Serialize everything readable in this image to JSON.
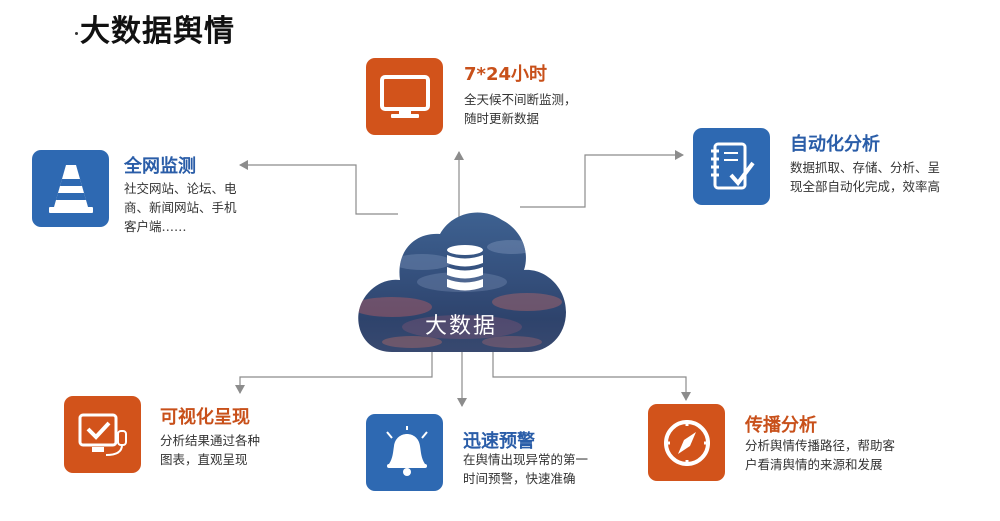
{
  "page_title": "大数据舆情",
  "center": {
    "label": "大数据"
  },
  "features": {
    "realtime": {
      "title": "7*24小时",
      "desc": [
        "全天候不间断监测，",
        "随时更新数据"
      ]
    },
    "network": {
      "title": "全网监测",
      "desc": [
        "社交网站、论坛、电",
        "商、新闻网站、手机",
        "客户端……"
      ]
    },
    "auto": {
      "title": "自动化分析",
      "desc": [
        "数据抓取、存储、分析、呈",
        "现全部自动化完成，效率高"
      ]
    },
    "visual": {
      "title": "可视化呈现",
      "desc": [
        "分析结果通过各种",
        "图表，直观呈现"
      ]
    },
    "alert": {
      "title": "迅速预警",
      "desc": [
        "在舆情出现异常的第一",
        "时间预警，快速准确"
      ]
    },
    "spread": {
      "title": "传播分析",
      "desc": [
        "分析舆情传播路径，帮助客",
        "户看清舆情的来源和发展"
      ]
    }
  },
  "colors": {
    "orange": "#d2531b",
    "blue": "#2e69b2",
    "connector": "#8c8c8c"
  },
  "icons": {
    "realtime": "monitor-icon",
    "network": "traffic-cone-icon",
    "auto": "checklist-notebook-icon",
    "visual": "screen-checkmark-icon",
    "alert": "bell-icon",
    "spread": "compass-icon",
    "center": "database-icon"
  }
}
